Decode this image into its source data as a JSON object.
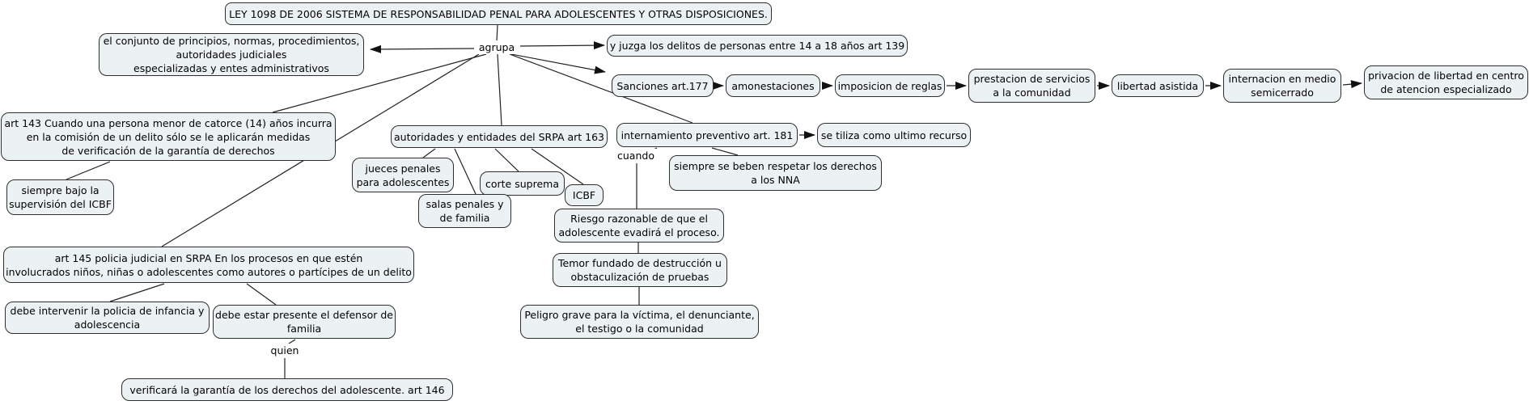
{
  "diagram": {
    "kind": "concept-map",
    "colors": {
      "node_fill": "#ecf2f4",
      "node_border": "#2e2e2e",
      "line": "#222222",
      "background": "#ffffff",
      "text": "#000000"
    }
  },
  "nodes": {
    "title": "LEY 1098 DE 2006 SISTEMA DE RESPONSABILIDAD PENAL PARA ADOLESCENTES Y OTRAS DISPOSICIONES.",
    "conjunto": "el conjunto de principios, normas, procedimientos,\nautoridades judiciales\nespecializadas y entes administrativos",
    "juzga": "y juzga los delitos de personas entre 14 a 18 años art 139",
    "sanciones": "Sanciones art.177",
    "amonestaciones": "amonestaciones",
    "imposicion": "imposicion de reglas",
    "prestacion": "prestacion de servicios\na la comunidad",
    "libertad": "libertad asistida",
    "internacion": "internacion en medio\nsemicerrado",
    "privacion": "privacion de libertad en centro\nde atencion especializado",
    "art143": "art 143 Cuando una persona menor de catorce (14) años incurra\nen la comisión de un delito sólo se le aplicarán medidas\nde verificación de la garantía de derechos",
    "siempre_icbf": "siempre bajo la\nsupervisión del ICBF",
    "autoridades": "autoridades y entidades del SRPA art 163",
    "jueces": "jueces penales\npara adolescentes",
    "corte": "corte suprema",
    "salas": "salas penales y\nde familia",
    "icbf": "ICBF",
    "internamiento": "internamiento preventivo art. 181",
    "se_tiliza": "se tiliza como ultimo recurso",
    "siempre_nna": "siempre se beben respetar los derechos\na los NNA",
    "riesgo": "Riesgo razonable de que el\nadolescente evadirá el proceso.",
    "temor": "Temor fundado de destrucción u\nobstaculización de pruebas",
    "peligro": "Peligro grave para la víctima, el denunciante,\nel testigo o la comunidad",
    "art145": "art 145 policia judicial en SRPA En los procesos en que estén\ninvolucrados niños, niñas o adolescentes como autores o partícipes de un delito",
    "debe_policia": "debe intervenir la policia de infancia y\nadolescencia",
    "debe_defensor": "debe estar presente el defensor de\nfamilia",
    "verificara": "verificará la garantía de los derechos del adolescente. art 146"
  },
  "labels": {
    "agrupa": "agrupa",
    "cuando": "cuando",
    "quien": "quien"
  }
}
